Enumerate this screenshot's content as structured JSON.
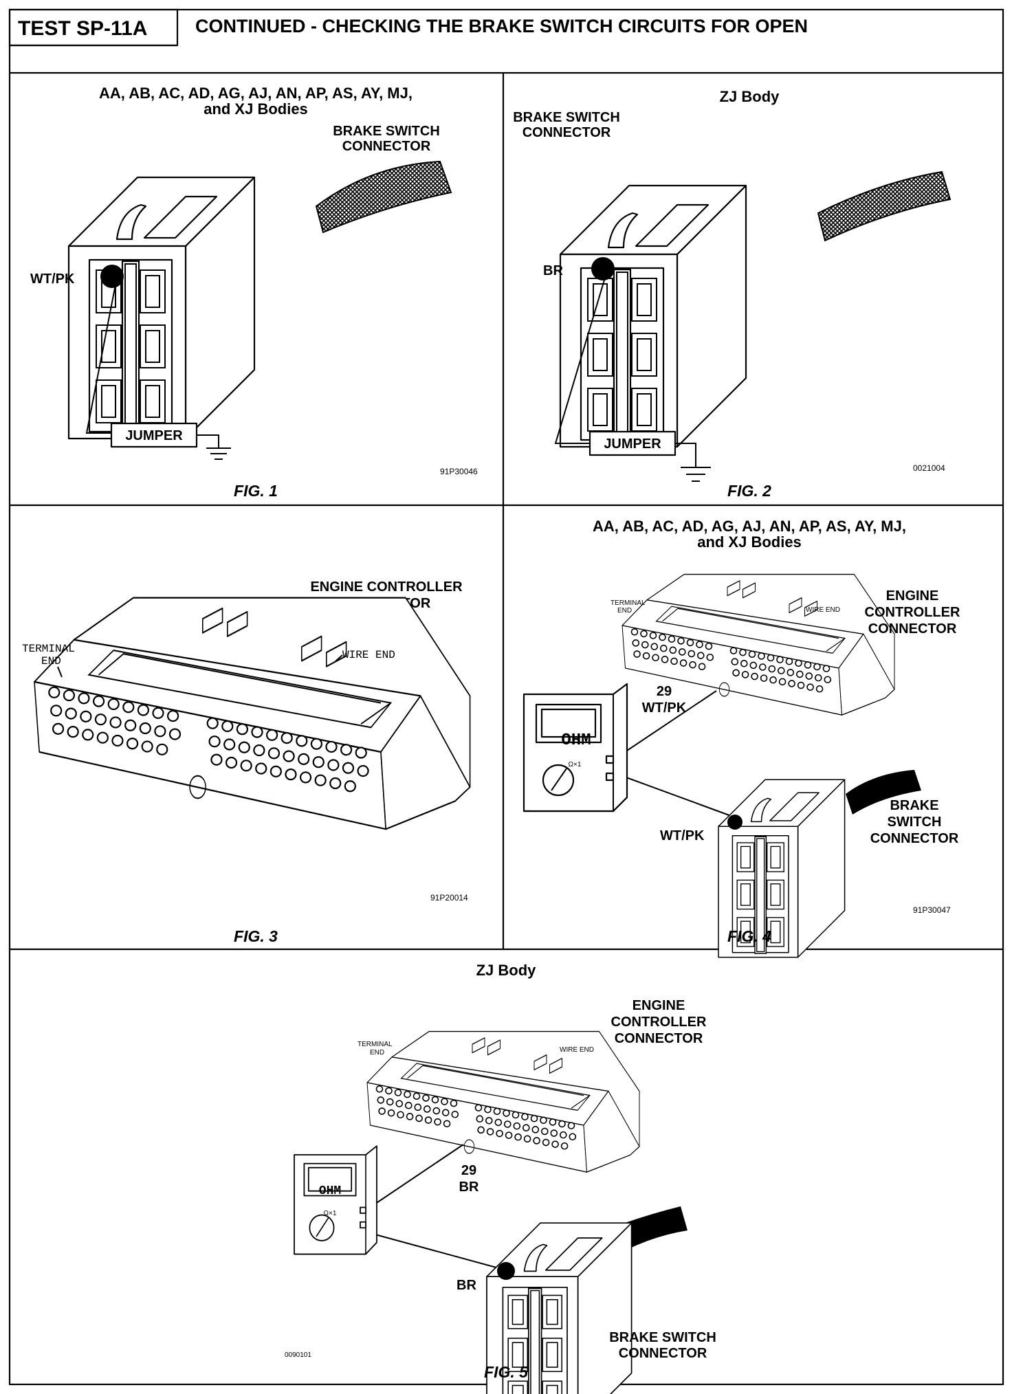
{
  "header": {
    "test_id": "TEST SP-11A",
    "title": "CONTINUED - CHECKING THE BRAKE SWITCH CIRCUITS FOR OPEN"
  },
  "fig1": {
    "heading_line1": "AA, AB, AC, AD, AG, AJ, AN, AP, AS, AY, MJ,",
    "heading_line2": "and XJ Bodies",
    "connector_line1": "BRAKE SWITCH",
    "connector_line2": "CONNECTOR",
    "wire": "WT/PK",
    "jumper": "JUMPER",
    "code": "91P30046",
    "caption": "FIG. 1"
  },
  "fig2": {
    "heading": "ZJ Body",
    "connector_line1": "BRAKE SWITCH",
    "connector_line2": "CONNECTOR",
    "wire": "BR",
    "jumper": "JUMPER",
    "code": "0021004",
    "caption": "FIG. 2"
  },
  "fig3": {
    "connector_line1": "ENGINE CONTROLLER",
    "connector_line2": "CONNECTOR",
    "terminal_line1": "TERMINAL",
    "terminal_line2": "END",
    "wire_end": "WIRE END",
    "code": "91P20014",
    "caption": "FIG. 3"
  },
  "fig4": {
    "heading_line1": "AA, AB, AC, AD, AG, AJ, AN, AP, AS, AY, MJ,",
    "heading_line2": "and XJ Bodies",
    "terminal_line1": "TERMINAL",
    "terminal_line2": "END",
    "wire_end": "WIRE END",
    "ecc_line1": "ENGINE",
    "ecc_line2": "CONTROLLER",
    "ecc_line3": "CONNECTOR",
    "pin": "29",
    "pin_wire": "WT/PK",
    "meter_display": "OHM",
    "meter_range": "Ω×1",
    "wire": "WT/PK",
    "bs_line1": "BRAKE",
    "bs_line2": "SWITCH",
    "bs_line3": "CONNECTOR",
    "code": "91P30047",
    "caption": "FIG. 4"
  },
  "fig5": {
    "heading": "ZJ Body",
    "ecc_line1": "ENGINE",
    "ecc_line2": "CONTROLLER",
    "ecc_line3": "CONNECTOR",
    "terminal_line1": "TERMINAL",
    "terminal_line2": "END",
    "wire_end": "WIRE END",
    "pin": "29",
    "pin_wire": "BR",
    "meter_display": "OHM",
    "meter_range": "Ω×1",
    "wire": "BR",
    "bs_line1": "BRAKE SWITCH",
    "bs_line2": "CONNECTOR",
    "code": "0090101",
    "caption": "FIG. 5"
  }
}
